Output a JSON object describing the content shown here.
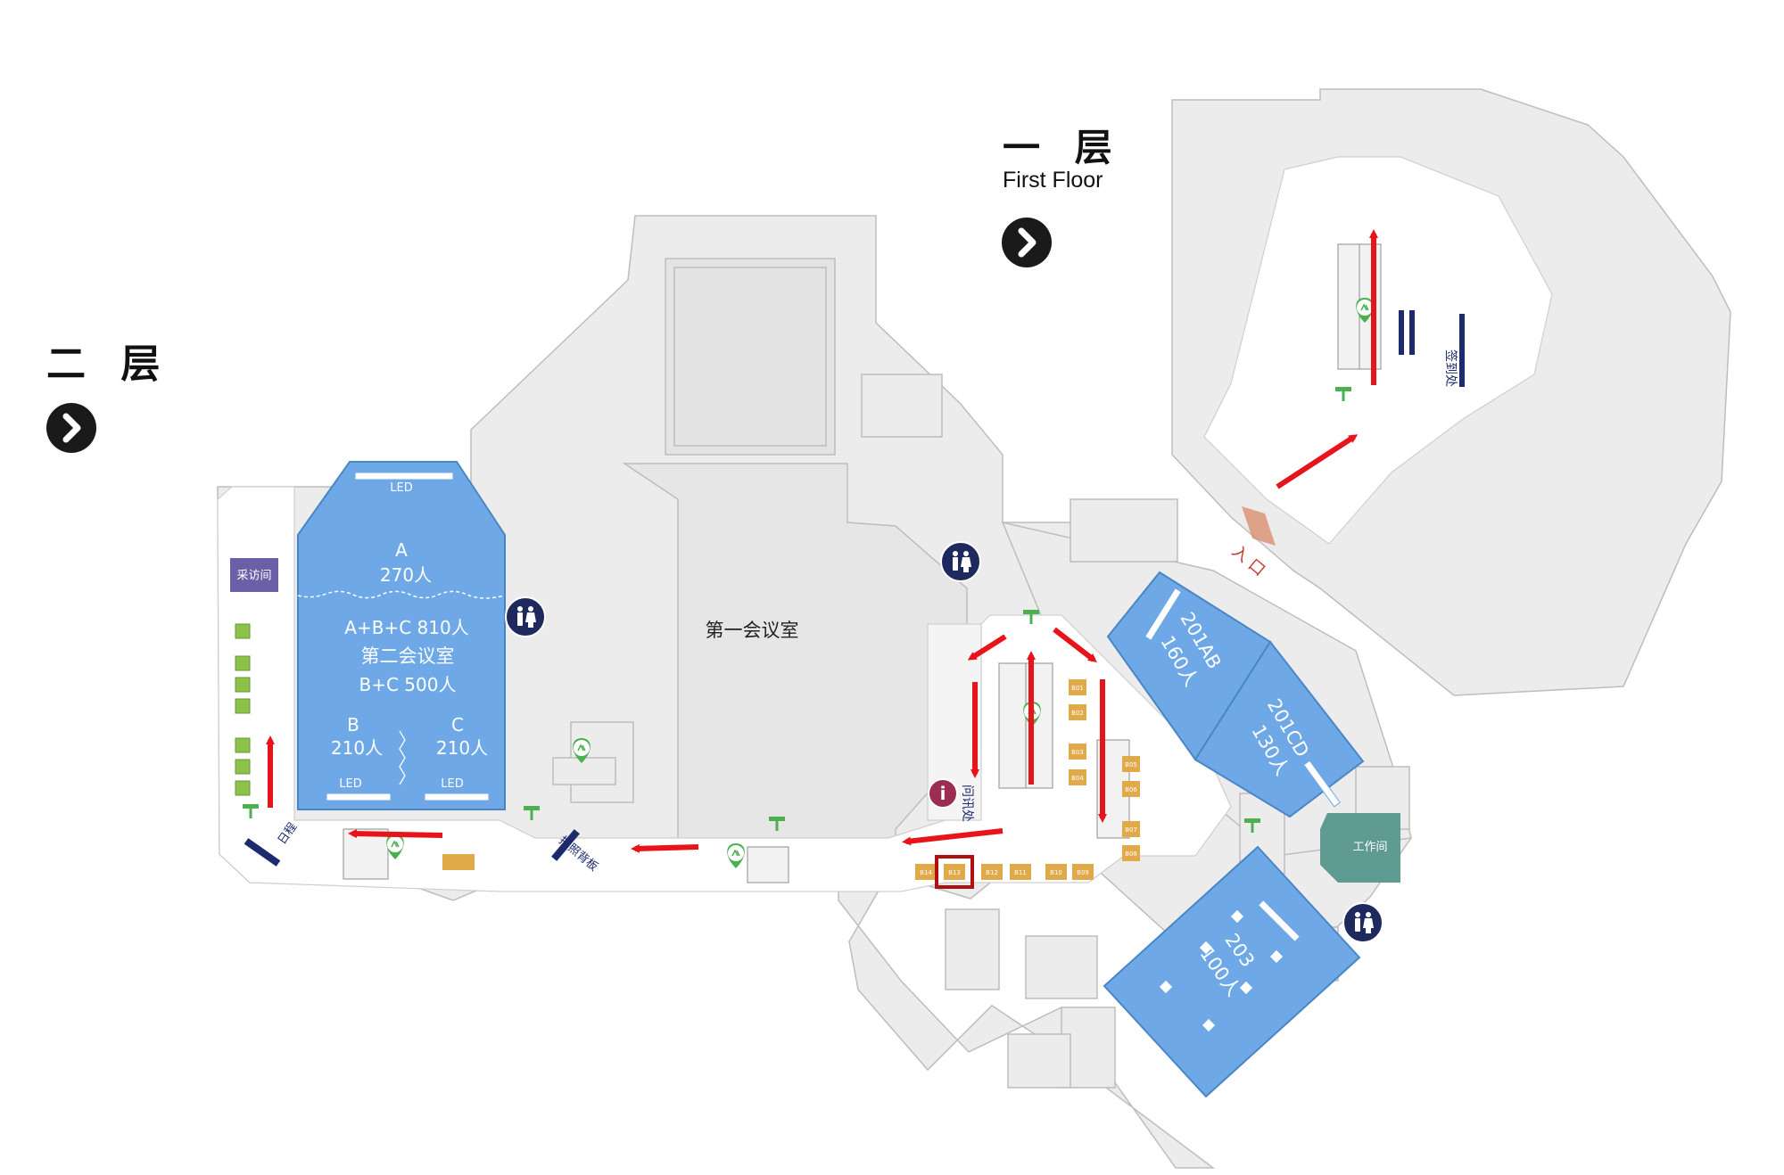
{
  "floors": {
    "second": {
      "title": "二 层"
    },
    "first": {
      "title": "一 层",
      "subtitle": "First Floor",
      "entrance": "入 口",
      "signin": "签到处"
    }
  },
  "rooms": {
    "hall_a": {
      "name": "A",
      "capacity": "270人"
    },
    "hall_abc": {
      "name": "A+B+C 810人"
    },
    "hall_second": {
      "name": "第二会议室"
    },
    "hall_bc": {
      "name": "B+C 500人"
    },
    "hall_b": {
      "name": "B",
      "capacity": "210人"
    },
    "hall_c": {
      "name": "C",
      "capacity": "210人"
    },
    "first_conference": {
      "name": "第一会议室"
    },
    "room_201ab": {
      "name": "201AB",
      "capacity": "160人"
    },
    "room_201cd": {
      "name": "201CD",
      "capacity": "130人"
    },
    "room_203": {
      "name": "203",
      "capacity": "100人"
    },
    "workroom": {
      "name": "工作间"
    },
    "interview": {
      "name": "采访间"
    },
    "info_desk": {
      "name": "问讯处"
    },
    "schedule": {
      "name": "日程"
    },
    "photo_wall": {
      "name": "拍照背板"
    }
  },
  "led_label": "LED",
  "booths": [
    "B01",
    "B02",
    "B03",
    "B04",
    "B05",
    "B06",
    "B07",
    "B08",
    "B09",
    "B10",
    "B11",
    "B12",
    "B13",
    "B14"
  ],
  "highlighted_booth": "B13",
  "colors": {
    "room_blue": "#6ea8e6",
    "arrow_red": "#e8141b",
    "booth_gold": "#e0a94a",
    "workroom_teal": "#5f9b92",
    "interview_purple": "#6b5fa8",
    "navy": "#1d2a6b"
  },
  "icons": [
    "restroom-icon",
    "info-icon",
    "elevator-icon",
    "chevron-right-icon",
    "direction-sign-icon"
  ]
}
